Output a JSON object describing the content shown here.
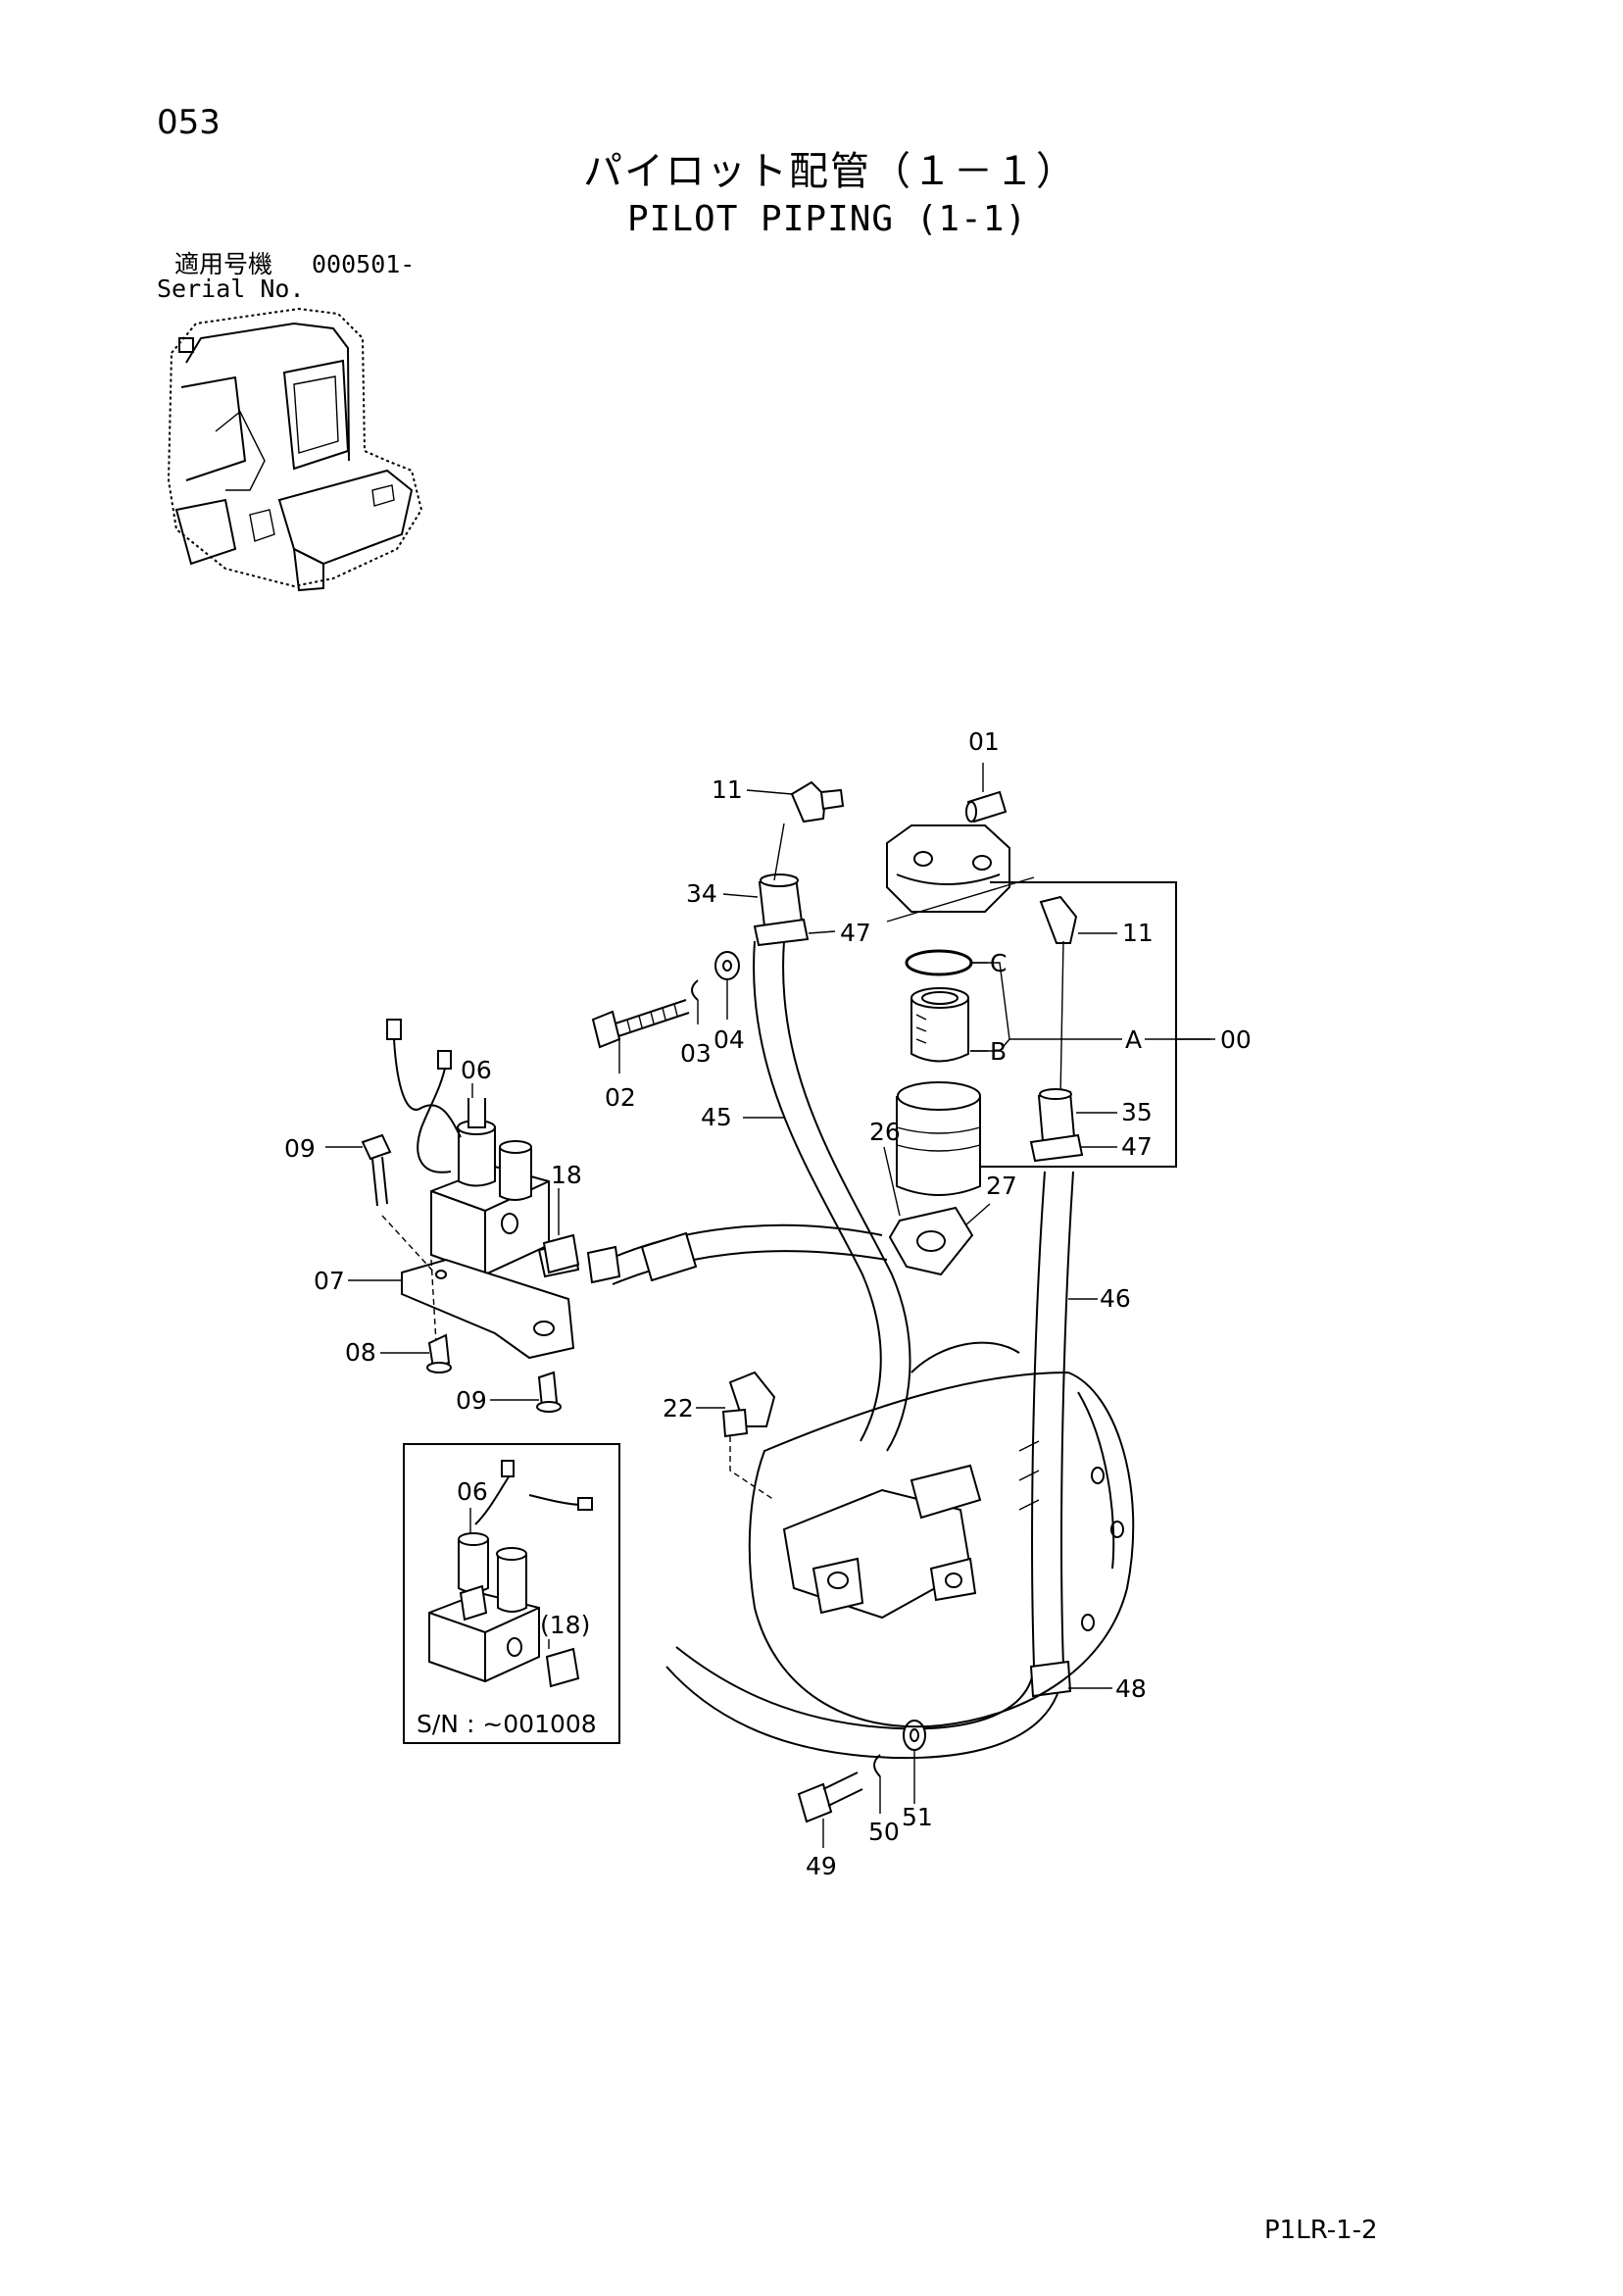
{
  "header": {
    "page_number": "053",
    "title_jp": "パイロット配管（１－１）",
    "title_en": "PILOT PIPING (1-1)",
    "serial_label_jp": "適用号機",
    "serial_value": "000501-",
    "serial_label_en": "Serial No."
  },
  "callouts": {
    "c01": "01",
    "c11a": "11",
    "c34": "34",
    "c47a": "47",
    "c11b": "11",
    "cC": "C",
    "cB": "B",
    "cA": "A",
    "c00": "00",
    "c02": "02",
    "c03": "03",
    "c04": "04",
    "c06": "06",
    "c09a": "09",
    "c18": "18",
    "c45": "45",
    "c26": "26",
    "c27": "27",
    "c35": "35",
    "c47b": "47",
    "c07": "07",
    "c46": "46",
    "c08": "08",
    "c09b": "09",
    "c22": "22",
    "c06b": "06",
    "c18b": "(18)",
    "c48": "48",
    "c49": "49",
    "c50": "50",
    "c51": "51"
  },
  "inset": {
    "serial_note": "S/N : ~001008"
  },
  "footer": {
    "page_code": "P1LR-1-2"
  }
}
